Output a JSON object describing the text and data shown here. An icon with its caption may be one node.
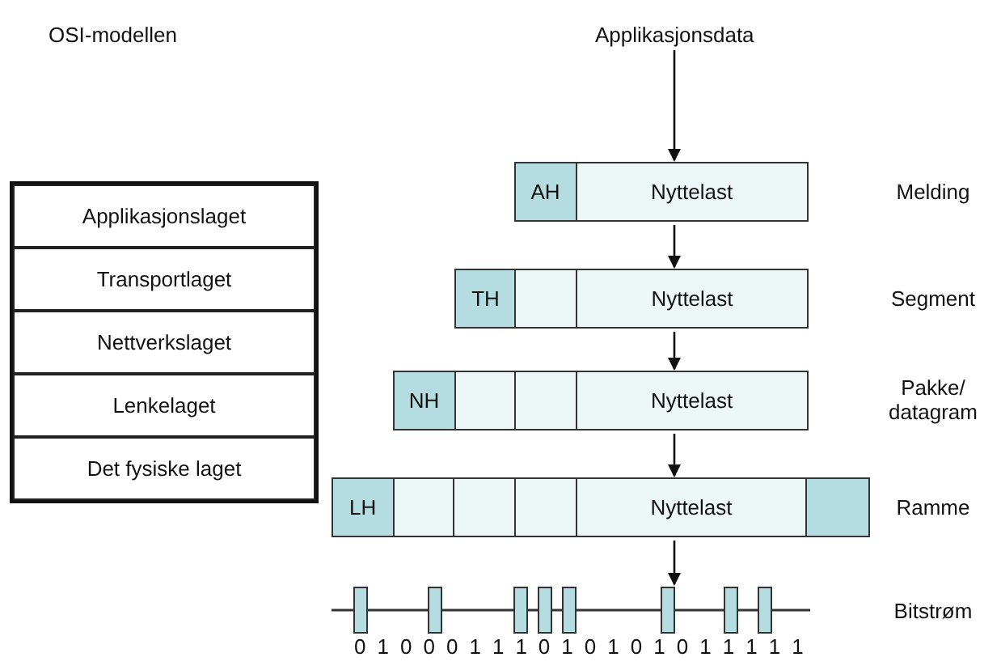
{
  "diagram": {
    "nodes": [
      {
        "text": [
          "Applikasjonslaget"
        ]
      },
      {
        "text": [
          "Transportlaget"
        ]
      },
      {
        "text": [
          "Nettverkslaget"
        ]
      },
      {
        "text": [
          "Lenkelaget"
        ]
      },
      {
        "text": [
          "Det fysiske laget"
        ]
      },
      {
        "text": [
          "Applikasjonsdata"
        ]
      },
      {
        "text": [
          "AH",
          "Nyttelast"
        ]
      },
      {
        "text": [
          "TH",
          "Nyttelast"
        ]
      },
      {
        "text": [
          "NH",
          "Nyttelast"
        ]
      },
      {
        "text": [
          "LH",
          "Nyttelast"
        ]
      },
      {
        "text": [],
        "shape": "picture"
      }
    ],
    "edges": [
      {
        "from": 5,
        "to": 6,
        "arrow": "to"
      },
      {
        "from": 6,
        "to": 7,
        "arrow": "to"
      },
      {
        "from": 7,
        "to": 8,
        "arrow": "to"
      },
      {
        "from": 8,
        "to": 9,
        "arrow": "to"
      },
      {
        "from": 9,
        "to": 10,
        "arrow": "to"
      }
    ],
    "labels": [
      "OSI-modellen",
      "Melding",
      "Segment",
      "Pakke/ datagram",
      "Ramme",
      "Bitstrøm",
      "0 1 0 0 0 1 1 1 0 1 0 1 0 1 0 1 1 1 1 1"
    ]
  }
}
